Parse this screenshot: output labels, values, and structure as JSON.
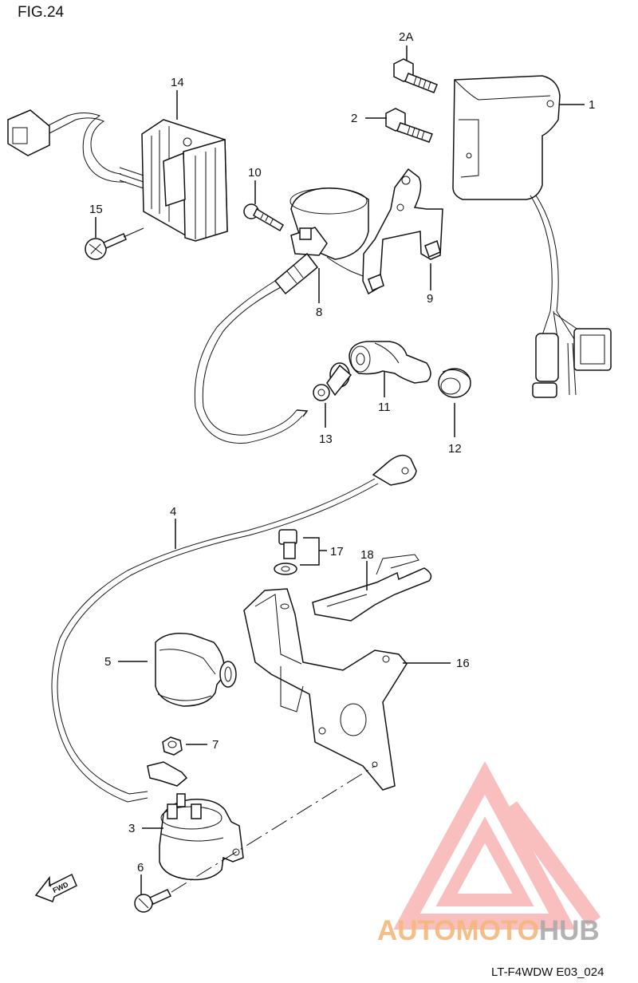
{
  "figure_label": "FIG.24",
  "code": "LT-F4WDW E03_024",
  "watermark": {
    "brand_left": "AUTOMOTO",
    "brand_right": "HUB",
    "color_left": "#f5b87a",
    "color_right": "#aaaaaa",
    "logo_color": "#f58a8a"
  },
  "parts": {
    "p1": "1",
    "p2": "2",
    "p2a": "2A",
    "p3": "3",
    "p4": "4",
    "p5": "5",
    "p6": "6",
    "p7": "7",
    "p8": "8",
    "p9": "9",
    "p10": "10",
    "p11": "11",
    "p12": "12",
    "p13": "13",
    "p14": "14",
    "p15": "15",
    "p16": "16",
    "p17": "17",
    "p18": "18"
  },
  "fwd_label": "FWD"
}
